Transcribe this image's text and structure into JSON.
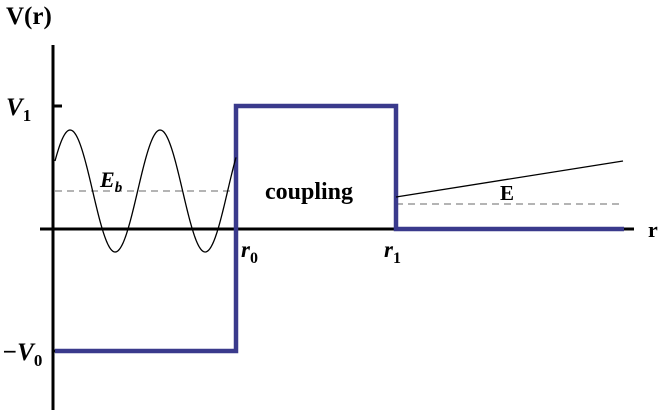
{
  "diagram": {
    "y_axis_label": "V(r)",
    "x_axis_label": "r",
    "labels": {
      "V1": {
        "base": "V",
        "sub": "1"
      },
      "V0": {
        "base": "−V",
        "sub": "0"
      },
      "r0": {
        "base": "r",
        "sub": "0"
      },
      "r1": {
        "base": "r",
        "sub": "1"
      },
      "Eb": {
        "base": "E",
        "sub": "b"
      },
      "E": "E",
      "coupling": "coupling"
    },
    "colors": {
      "axes": "#000000",
      "potential": "#3a3a8c",
      "wave": "#000000",
      "dashed": "#888888"
    }
  }
}
